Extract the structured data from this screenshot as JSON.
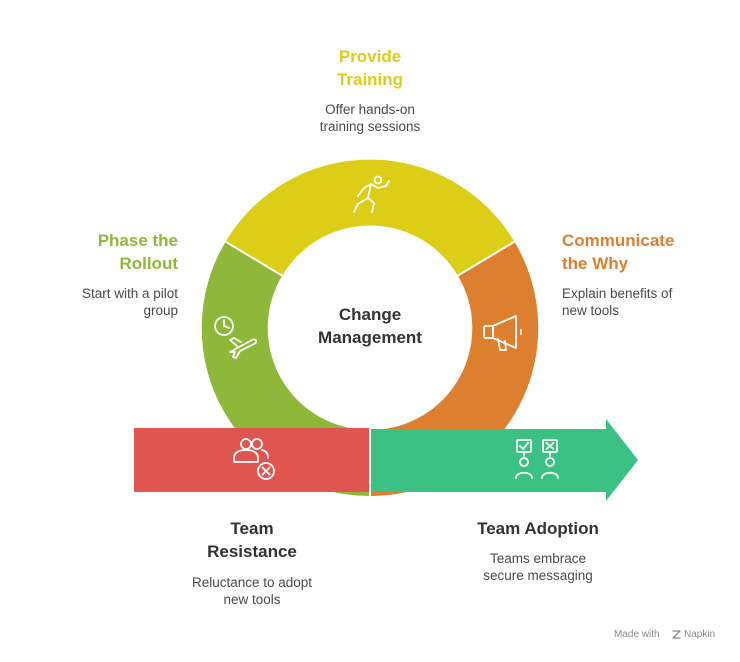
{
  "center": {
    "line1": "Change",
    "line2": "Management"
  },
  "colors": {
    "training": "#dccd17",
    "communicate": "#dc8030",
    "rollout": "#8fb83a",
    "resistance": "#e05550",
    "adoption": "#3cc184",
    "text_dark": "#333333",
    "text_desc": "#4a4a4a"
  },
  "sections": {
    "training": {
      "title_line1": "Provide",
      "title_line2": "Training",
      "desc_line1": "Offer hands-on",
      "desc_line2": "training sessions",
      "icon": "trainer-icon"
    },
    "communicate": {
      "title_line1": "Communicate",
      "title_line2": "the Why",
      "desc_line1": "Explain benefits of",
      "desc_line2": "new tools",
      "icon": "megaphone-icon"
    },
    "rollout": {
      "title_line1": "Phase the",
      "title_line2": "Rollout",
      "desc_line1": "Start with a pilot",
      "desc_line2": "group",
      "icon": "clock-plane-icon"
    },
    "resistance": {
      "title_line1": "Team",
      "title_line2": "Resistance",
      "desc_line1": "Reluctance to adopt",
      "desc_line2": "new tools",
      "icon": "users-x-icon"
    },
    "adoption": {
      "title": "Team Adoption",
      "desc_line1": "Teams embrace",
      "desc_line2": "secure messaging",
      "icon": "users-check-icon"
    }
  },
  "footer": {
    "text": "Made with",
    "brand": "Napkin"
  }
}
